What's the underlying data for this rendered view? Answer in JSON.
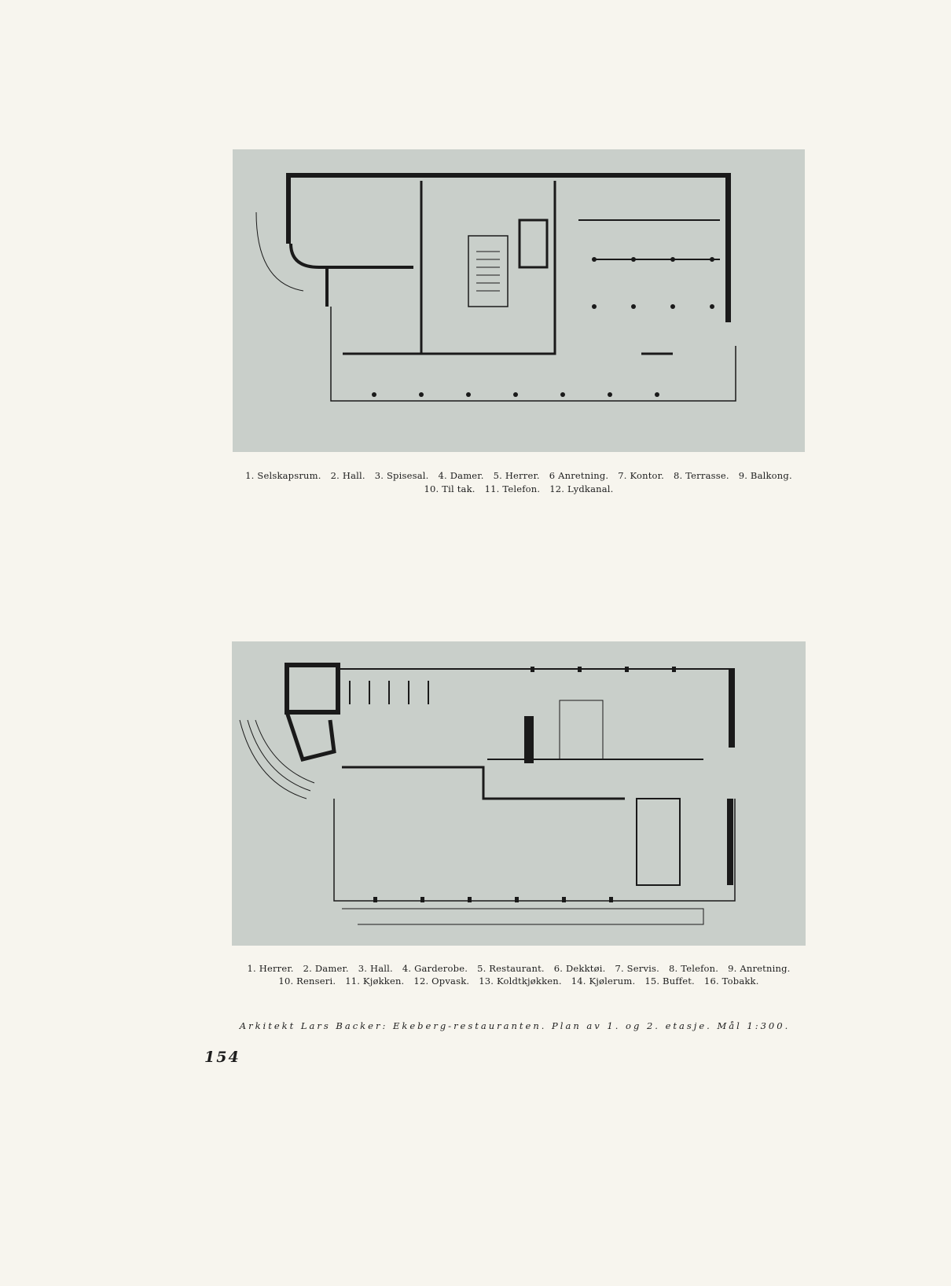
{
  "figure1": {
    "legend": [
      "1. Selskapsrum.",
      "2. Hall.",
      "3. Spisesal.",
      "4. Damer.",
      "5. Herrer.",
      "6 Anretning.",
      "7. Kontor.",
      "8. Terrasse.",
      "9. Balkong."
    ],
    "legend2": [
      "10. Til tak.",
      "11. Telefon.",
      "12. Lydkanal."
    ]
  },
  "figure2": {
    "legend": [
      "1. Herrer.",
      "2. Damer.",
      "3. Hall.",
      "4. Garderobe.",
      "5. Restaurant.",
      "6. Dekktøi.",
      "7. Servis.",
      "8. Telefon.",
      "9. Anretning."
    ],
    "legend2": [
      "10. Renseri.",
      "11. Kjøkken.",
      "12. Opvask.",
      "13. Koldtkjøkken.",
      "14. Kjølerum.",
      "15. Buffet.",
      "16. Tobakk."
    ]
  },
  "credit": "Arkitekt Lars Backer: Ekeberg-restauranten. Plan av 1. og 2. etasje. Mål 1:300.",
  "page_number": "154"
}
